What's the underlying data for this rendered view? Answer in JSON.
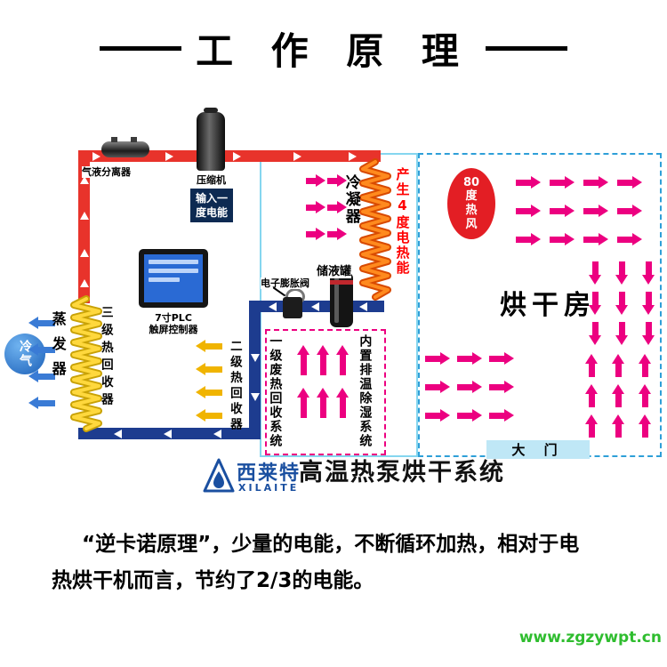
{
  "title": "工 作 原 理",
  "diagram": {
    "labels": {
      "separator": "气液分离器",
      "compressor": "压缩机",
      "power_input": "输入一度电能",
      "condenser": "冷凝器",
      "heat_gain": "产生4度电热能",
      "plc_line1": "7寸PLC",
      "plc_line2": "触屏控制器",
      "expansion_valve": "电子膨胀阀",
      "receiver_tank": "储液罐",
      "evaporator": "蒸发器",
      "cold_air": "冷气",
      "recovery_stage3": "三级热回收器",
      "recovery_stage2": "二级热回收器",
      "recovery_stage1": "一级废热回收系统",
      "dehumidifier": "内置排温除湿系统"
    },
    "drying_room": {
      "hot_air_chars": [
        "80",
        "度",
        "热",
        "风"
      ],
      "room_name": "烘干房",
      "door": "大 门"
    },
    "brand": {
      "name_cn": "西莱特",
      "name_en": "XILAITE",
      "product": "高温热泵烘干系统"
    }
  },
  "description": {
    "line1": "“逆卡诺原理”，少量的电能，不断循环加热，相对于电",
    "line2": "热烘干机而言，节约了2/3的电能。"
  },
  "watermark": "www.zgzywpt.cn",
  "colors": {
    "hot_pipe_red": "#e8332b",
    "cold_pipe_blue": "#1d3c8f",
    "condenser_orange": "#ff8a1e",
    "evaporator_yellow": "#ffd83d",
    "airflow_magenta": "#ec0080",
    "recovery_yellow": "#f0b400",
    "cold_air_blue": "#3a7bd5",
    "hot_air_badge_red": "#e31e24",
    "door_blue": "#bfe7f6",
    "housing_cyan": "#85d6ef",
    "room_border_blue": "#2e9fd8",
    "brand_blue": "#1a4fa0",
    "watermark_green": "#2fbd2f"
  }
}
